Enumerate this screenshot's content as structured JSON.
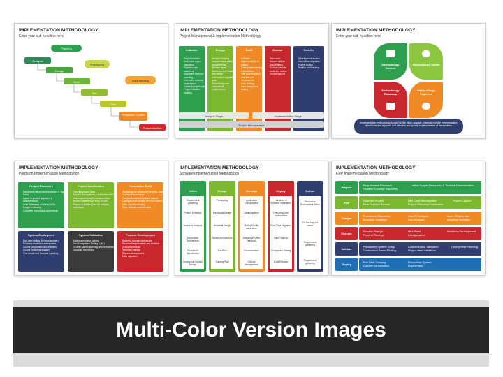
{
  "banner": {
    "text": "Multi-Color Version Images"
  },
  "slides": [
    {
      "title": "IMPLEMENTATION METHODOLOGY",
      "subtitle": "Enter your sub headline here",
      "steps": [
        "Planning",
        "Analysis",
        "Design",
        "Build",
        "Test",
        "Train",
        "Production Control",
        "Postproduction"
      ],
      "callouts": [
        "Prototyping",
        "Implementing"
      ]
    },
    {
      "title": "IMPLEMENTATION METHODOLOGY",
      "subtitle": "Project Management & Implementation Methodology",
      "columns": [
        {
          "label": "Initiation",
          "items": [
            "Project initiation",
            "Determine mgmt objectives",
            "Project scope statement",
            "Determine team on-boarding",
            "Determine timeline project plan",
            "Create a project plan",
            "Project initiation meeting"
          ]
        },
        {
          "label": "Design",
          "items": [
            "Analyze existing documents to gather requirements",
            "Review report",
            "Documents to finalize the design",
            "Information migration plan",
            "Developing user documents",
            "Load content"
          ]
        },
        {
          "label": "Build",
          "items": [
            "Software implementation & testing",
            "Configuration testing & production",
            "Test data migration",
            "Interface the development",
            "User training",
            "User acceptance testing"
          ]
        },
        {
          "label": "Monitor",
          "items": [
            "Procedure documentation",
            "User training",
            "Go-live checklist",
            "Audit and review",
            "Go-live sign-off"
          ]
        },
        {
          "label": "Go-Live",
          "items": [
            "Development access",
            "Information migration",
            "Project go-live",
            "Monitor and tracking"
          ]
        }
      ],
      "stages": [
        "Analysis Stage",
        "Implementation Stage"
      ],
      "footer": "Project Management"
    },
    {
      "title": "IMPLEMENTATION METHODOLOGY",
      "subtitle": "Enter your sub headline here",
      "quadrants": [
        "Methodology Content",
        "Methodology Toolkit",
        "Methodology Roadmap",
        "Methodology Expertise"
      ],
      "note": "Implementation methodology is used for the initial, upgrade, extension for the implementation of solutions and supports cost-effective and speedy implementation of the solutions."
    },
    {
      "title": "IMPLEMENTATION METHODOLOGY",
      "subtitle": "Precision Implementation Methodology",
      "cards": [
        {
          "label": "Project Discovery",
          "items": [
            "Determine critical success factors & 'big rocks'",
            "Agree on project approach & documentation",
            "Draft Statement of Work (SOW)",
            "Budget estimation",
            "Complete economical agreements"
          ]
        },
        {
          "label": "Project Modification",
          "items": [
            "Form the project team",
            "Prepare and agree on a draft schedule & other required project documentation",
            "Review Statement of Work (SOW)",
            "Prepare a detailed plan for analysis workshops"
          ]
        },
        {
          "label": "Foundation Build",
          "items": [
            "Workshops for refinement of entity, data & integration analysis",
            "Compile samples of printed outputs",
            "Configure and validate the base system",
            "Data migration testing",
            "Enter sample customer data"
          ]
        },
        {
          "label": "System Deployment",
          "items": [
            "End-user testing (by the customer)",
            "Business readiness assessment",
            "Go-live preparation and activities",
            "Go-live (including support)",
            "First month end financial reporting"
          ]
        },
        {
          "label": "System Validation",
          "items": [
            "Business process training",
            "User Acceptance Testing (UAT)",
            "Go-live Cutover planning and rehearsals",
            "Data load and testing"
          ]
        },
        {
          "label": "Process Development",
          "items": [
            "Business process workshops",
            "Produce Requirements and Analysis (R&A) documents",
            "Technical training",
            "Reports development",
            "Data migration"
          ]
        }
      ]
    },
    {
      "title": "IMPLEMENTATION METHODOLOGY",
      "subtitle": "Software Implementation Methodology",
      "columns": [
        {
          "label": "Define",
          "items": [
            "Requirement gathering",
            "Project Definition",
            "Business Analysis",
            "Information Architecture",
            "Functional Specification",
            "Conceptual System Design"
          ]
        },
        {
          "label": "Design",
          "items": [
            "Prototyping",
            "Functional Design",
            "Technical Design",
            "System Architecture",
            "Test Plan",
            "Training Plan"
          ]
        },
        {
          "label": "Develop",
          "items": [
            "Application Configuration",
            "Data Migration",
            "Testing/Quality Assurance",
            "Interactive Client Feedback",
            "Documentation",
            "Change Management"
          ]
        },
        {
          "label": "Deploy",
          "items": [
            "Hardware & Software Installation",
            "Preparing Test Environment",
            "Final Data Migration",
            "User Training",
            "Acceptance Testing",
            "Build Release"
          ]
        },
        {
          "label": "Deliver",
          "items": [
            "Production Environment Setup",
            "Go-live support users",
            "Requirement gathering",
            "Requirement gathering"
          ]
        }
      ]
    },
    {
      "title": "IMPLEMENTATION METHODOLOGY",
      "subtitle": "ERP Implementation Methodology",
      "rows": [
        {
          "label": "Prepare",
          "cells": [
            "Requirement Research",
            "Solution Concept Discovery",
            "Initial Scope, Resource, & Timeline Determination",
            ""
          ]
        },
        {
          "label": "Plan",
          "cells": [
            "Upgrade Project",
            "Best Practice Review",
            "Use Case Identification",
            "Project Planning Finalization",
            "Project Launch"
          ]
        },
        {
          "label": "Analyze",
          "cells": [
            "Production Education",
            "Business Modeling",
            "Gap-Fit Analysis",
            "Gap Analysis",
            "Input, Output, and workflow Definition"
          ]
        },
        {
          "label": "Execute",
          "cells": [
            "Solution Design",
            "Proof of Concept",
            "Mini Pilots",
            "Configuration",
            "Workflow Development"
          ]
        },
        {
          "label": "Validate",
          "cells": [
            "Production System Setup",
            "Conference Room Piloting",
            "Customization Validation",
            "Project Item Validation",
            "Deployment Planning"
          ]
        },
        {
          "label": "Deploy",
          "cells": [
            "End User Training",
            "Cutover confirmation",
            "Production System Deployment",
            ""
          ]
        }
      ]
    }
  ]
}
